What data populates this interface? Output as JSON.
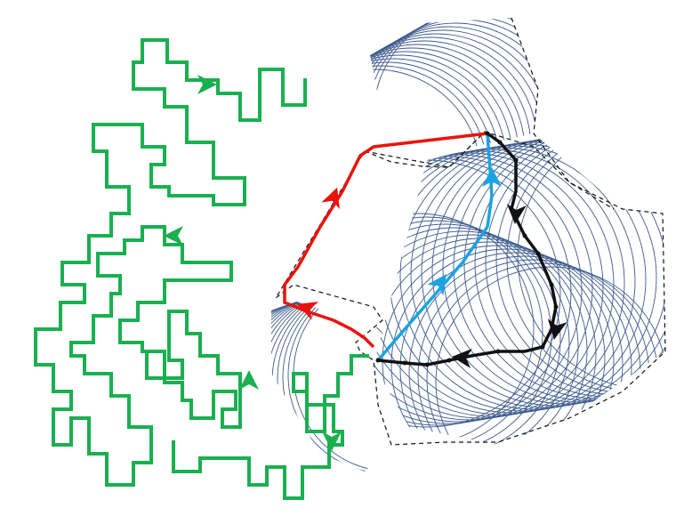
{
  "diagram": {
    "title": "",
    "colors": {
      "background": "#ffffff",
      "green_path": "#1aaf4f",
      "red_path": "#e8140c",
      "blue_path": "#1aa3e0",
      "black_path": "#111111",
      "arcs": "#3c5a8c",
      "boundary": "#111111"
    },
    "elements": [
      {
        "name": "green-zigzag-path",
        "kind": "polyline",
        "style": "solid-thick",
        "color_key": "green_path"
      },
      {
        "name": "red-return-path",
        "kind": "polyline",
        "style": "solid-thick",
        "color_key": "red_path"
      },
      {
        "name": "blue-direct-path",
        "kind": "polyline",
        "style": "solid-thick",
        "color_key": "blue_path"
      },
      {
        "name": "black-sensor-path",
        "kind": "polyline-with-dots",
        "style": "solid-thick",
        "color_key": "black_path"
      },
      {
        "name": "coverage-arcs",
        "kind": "arc-family",
        "style": "thin",
        "color_key": "arcs"
      },
      {
        "name": "dashed-region-boundary",
        "kind": "polygon",
        "style": "dashed",
        "color_key": "boundary"
      }
    ],
    "arrow_icons": [
      "arrowhead-icon-green",
      "arrowhead-icon-green",
      "arrowhead-icon-green",
      "arrowhead-icon-green",
      "arrowhead-icon-red",
      "arrowhead-icon-red",
      "arrowhead-icon-blue",
      "arrowhead-icon-blue",
      "arrowhead-icon-black",
      "arrowhead-icon-black",
      "arrowhead-icon-black"
    ]
  }
}
